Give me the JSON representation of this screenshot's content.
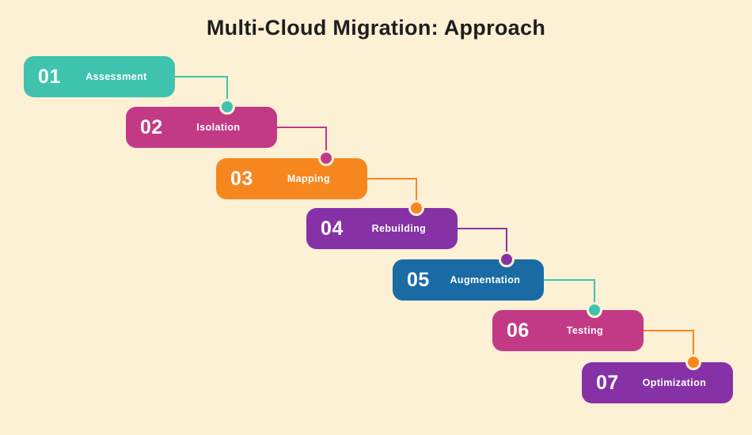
{
  "title": "Multi-Cloud Migration: Approach",
  "colors": {
    "background": "#FCF0D5",
    "title_text": "#1E1E1E",
    "step_text": "#FFFFFF",
    "teal": "#3FC3AF",
    "magenta": "#C23A86",
    "orange": "#F6871F",
    "purple": "#8632A6",
    "blue": "#1A6BA4"
  },
  "steps": [
    {
      "number": "01",
      "label": "Assessment",
      "color": "#3FC3AF",
      "connector_color": "#3FC3AF"
    },
    {
      "number": "02",
      "label": "Isolation",
      "color": "#C23A86",
      "connector_color": "#C23A86"
    },
    {
      "number": "03",
      "label": "Mapping",
      "color": "#F6871F",
      "connector_color": "#F6871F"
    },
    {
      "number": "04",
      "label": "Rebuilding",
      "color": "#8632A6",
      "connector_color": "#8632A6"
    },
    {
      "number": "05",
      "label": "Augmentation",
      "color": "#1A6BA4",
      "connector_color": "#3FC3AF"
    },
    {
      "number": "06",
      "label": "Testing",
      "color": "#C23A86",
      "connector_color": "#F6871F"
    },
    {
      "number": "07",
      "label": "Optimization",
      "color": "#8632A6",
      "connector_color": null
    }
  ]
}
